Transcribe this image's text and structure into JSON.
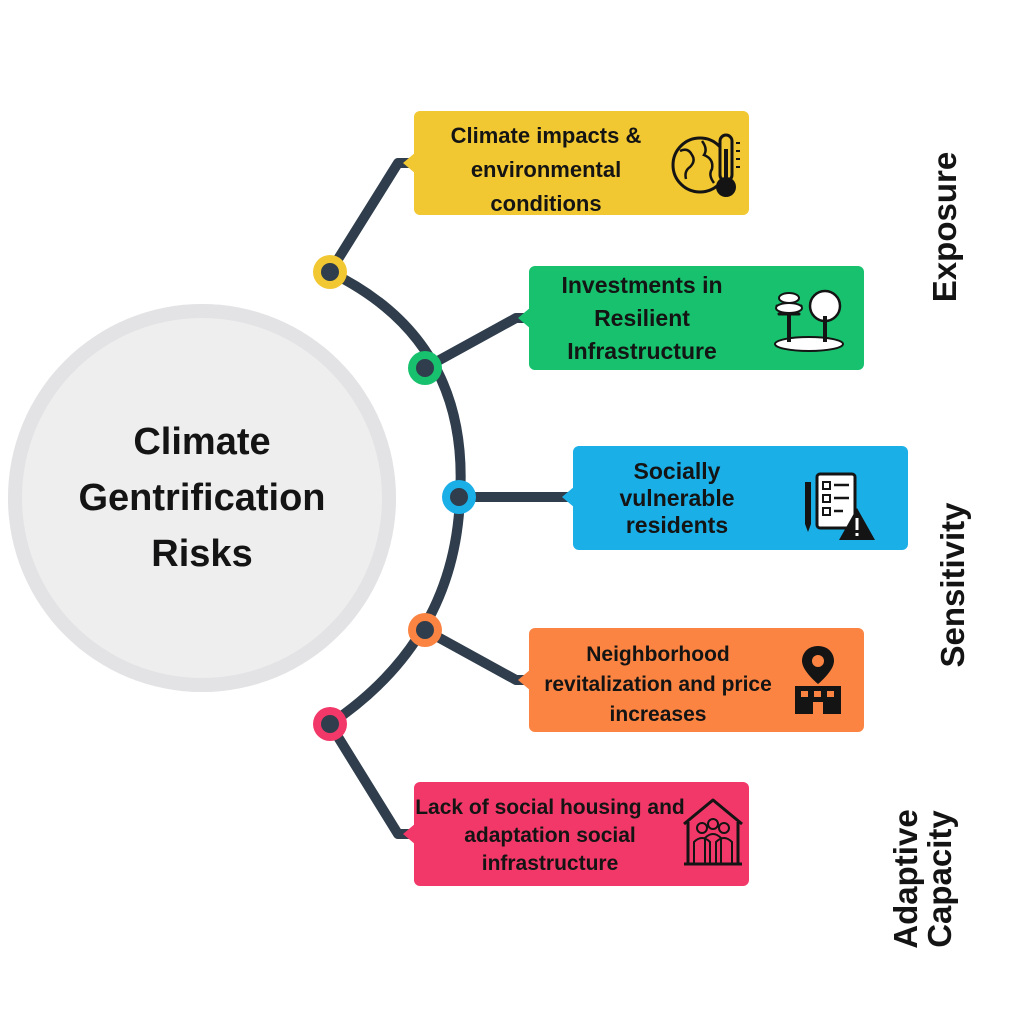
{
  "center": {
    "title": "Climate Gentrification Risks"
  },
  "items": [
    {
      "label": "Climate impacts & environmental conditions",
      "color": "#f2c832",
      "icon": "globe-thermometer-icon"
    },
    {
      "label": "Investments in Resilient Infrastructure",
      "color": "#17c16d",
      "icon": "trees-icon"
    },
    {
      "label": "Socially vulnerable residents",
      "color": "#1bafe8",
      "icon": "checklist-warning-icon"
    },
    {
      "label": "Neighborhood revitalization and price increases",
      "color": "#fb8442",
      "icon": "building-location-pin-icon"
    },
    {
      "label": "Lack of social housing and adaptation social infrastructure",
      "color": "#f23868",
      "icon": "house-people-icon"
    }
  ],
  "categories": {
    "exposure": "Exposure",
    "sensitivity": "Sensitivity",
    "adaptive": [
      "Adaptive",
      "Capacity"
    ]
  },
  "colors": {
    "arc": "#2f3d4c",
    "center_fill": "#eeeeef",
    "center_ring": "#e3e3e5"
  }
}
